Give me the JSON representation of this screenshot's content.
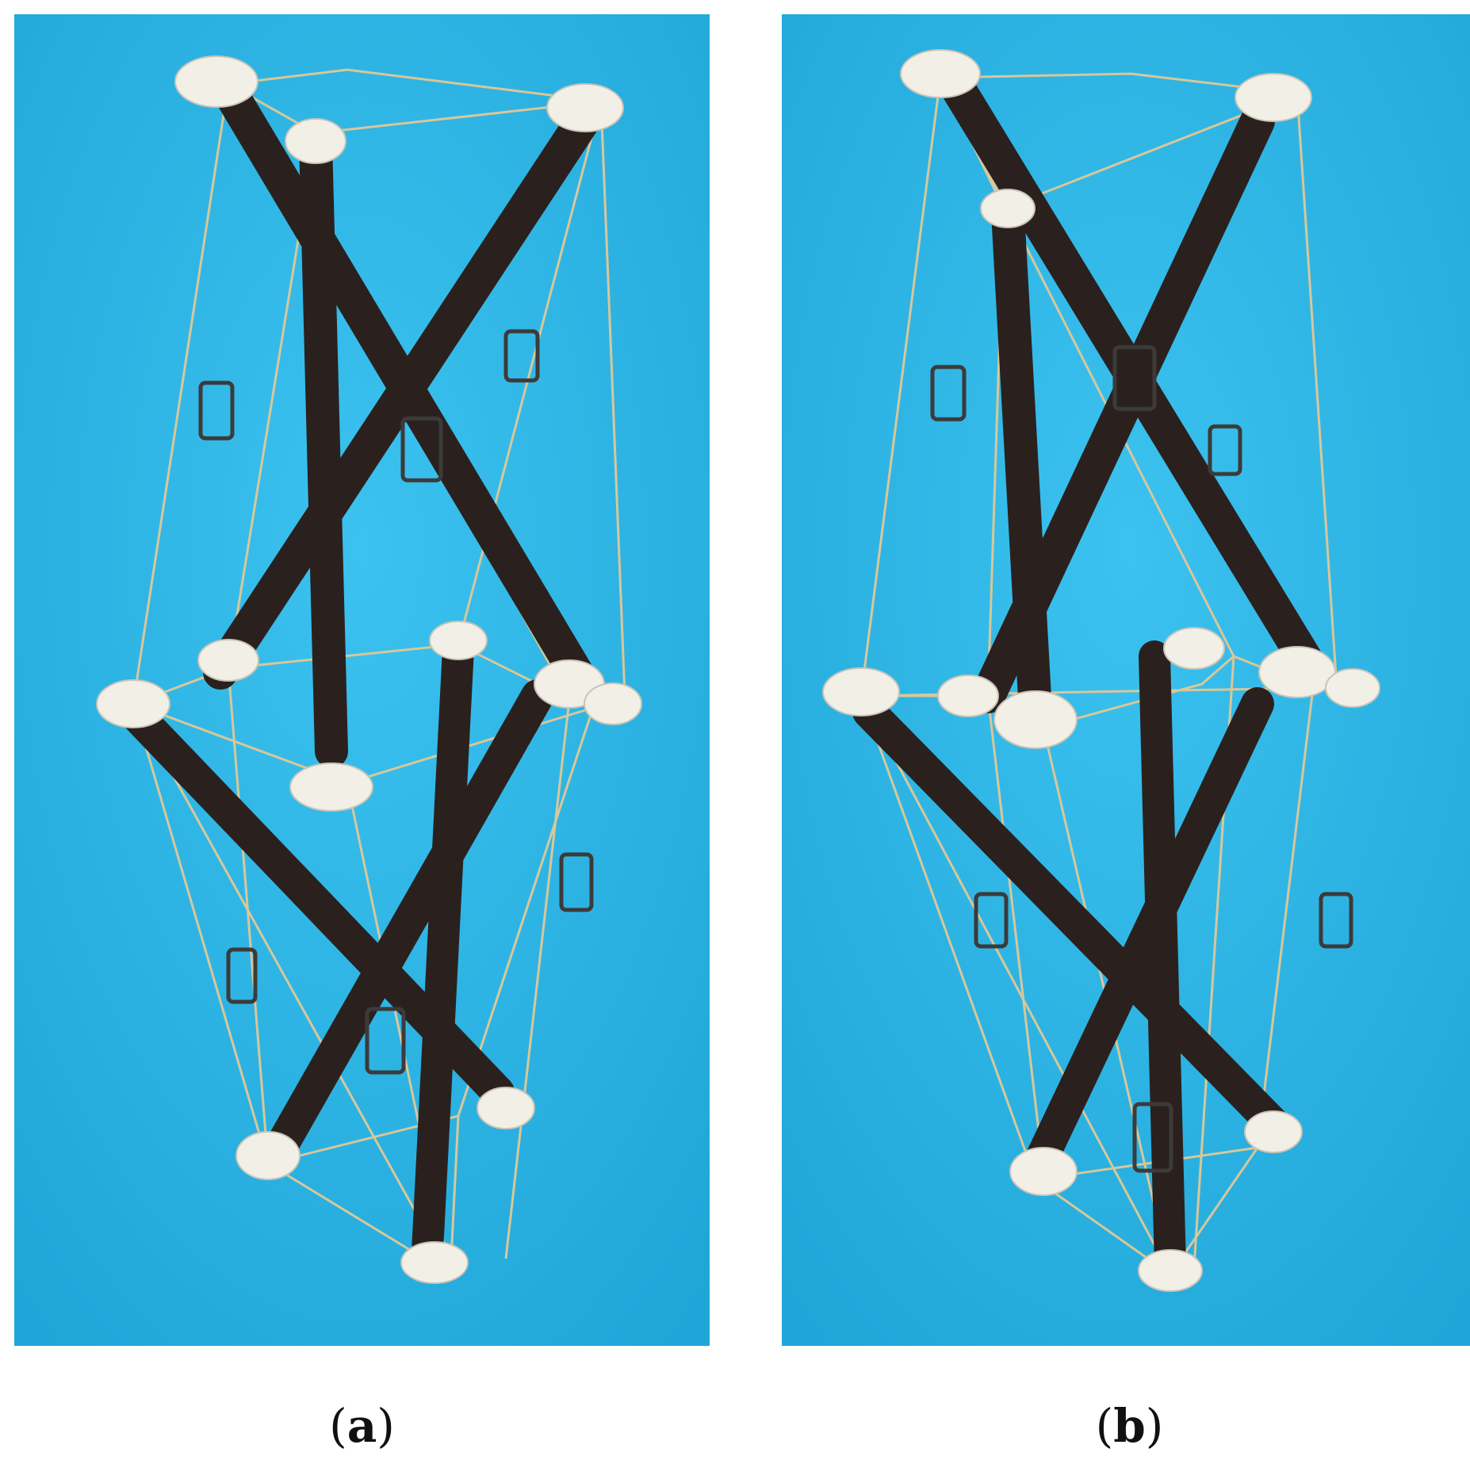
{
  "figure": {
    "panels": [
      {
        "id": "a",
        "label": "a",
        "content": "photograph"
      },
      {
        "id": "b",
        "label": "b",
        "content": "photograph"
      }
    ]
  },
  "colors": {
    "background": "#29b3e3",
    "background_light": "#3cc2ef",
    "strut": "#2a211e",
    "strut_highlight": "#5a4c45",
    "node": "#f2efe6",
    "cable": "#d8c79a",
    "spring": "#3c3a3a"
  }
}
